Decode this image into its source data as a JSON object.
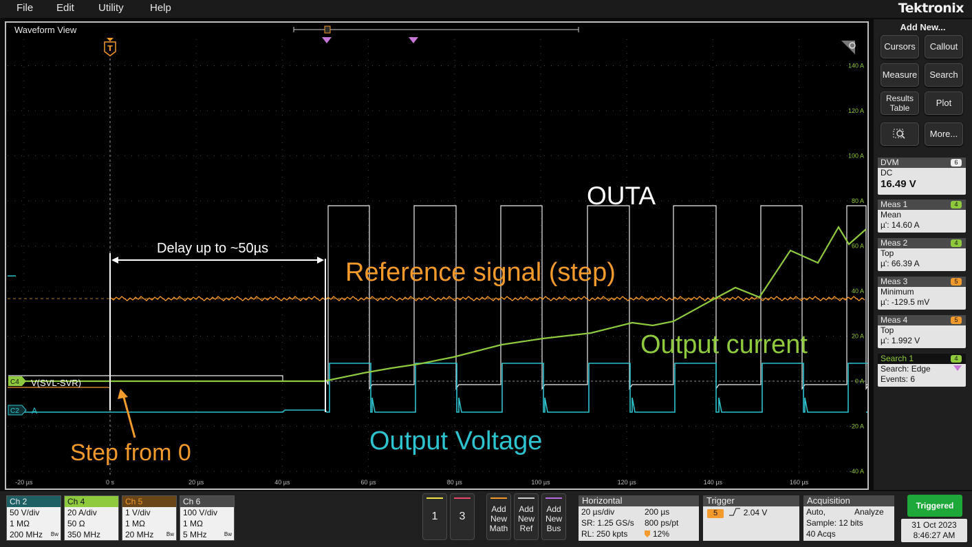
{
  "menu": {
    "file": "File",
    "edit": "Edit",
    "utility": "Utility",
    "help": "Help"
  },
  "brand": "Tektronix",
  "waveform_view": {
    "title": "Waveform View",
    "time_labels": [
      "-20 µs",
      "0 s",
      "20 µs",
      "40 µs",
      "60 µs",
      "80 µs",
      "100 µs",
      "120 µs",
      "140 µs",
      "160 µs"
    ],
    "current_labels": [
      "140 A",
      "120 A",
      "100 A",
      "80 A",
      "60 A",
      "40 A",
      "20 A",
      "0 A",
      "-20 A",
      "-40 A"
    ],
    "channel_badges": {
      "c4": "C4",
      "c2": "C2"
    },
    "trigger_marker": "T",
    "annotations": {
      "outa": "OUTA",
      "delay": "Delay up to ~50µs",
      "reference": "Reference signal (step)",
      "output_current": "Output current",
      "output_voltage": "Output Voltage",
      "step": "Step from 0",
      "c4_label": "V(SVL-SVR)",
      "c2_label": "A"
    },
    "colors": {
      "ch2": "#2ec4cf",
      "ch4": "#8fca3e",
      "ch5": "#f39a2c",
      "ch6": "#f2f2f2",
      "annotation_white": "#ffffff"
    }
  },
  "right_panel": {
    "title": "Add New...",
    "buttons": {
      "cursors": "Cursors",
      "callout": "Callout",
      "measure": "Measure",
      "search": "Search",
      "results_table": "Results Table",
      "plot": "Plot",
      "more": "More..."
    },
    "dvm": {
      "title": "DVM",
      "badge": "6",
      "mode": "DC",
      "value": "16.49 V"
    },
    "meas": [
      {
        "title": "Meas 1",
        "badge": "4",
        "type": "Mean",
        "value": "µ': 14.60 A",
        "color": "#8fca3e"
      },
      {
        "title": "Meas 2",
        "badge": "4",
        "type": "Top",
        "value": "µ': 66.39 A",
        "color": "#8fca3e"
      },
      {
        "title": "Meas 3",
        "badge": "5",
        "type": "Minimum",
        "value": "µ': -129.5 mV",
        "color": "#f39a2c"
      },
      {
        "title": "Meas 4",
        "badge": "5",
        "type": "Top",
        "value": "µ': 1.992 V",
        "color": "#f39a2c"
      }
    ],
    "search1": {
      "title": "Search 1",
      "badge": "4",
      "line1": "Search: Edge",
      "line2": "Events: 6"
    }
  },
  "bottom": {
    "channels": [
      {
        "name": "Ch 2",
        "color": "#2ec4cf",
        "l1": "50 V/div",
        "l2": "1 MΩ",
        "l3": "200 MHz"
      },
      {
        "name": "Ch 4",
        "color": "#8fca3e",
        "l1": "20 A/div",
        "l2": "50 Ω",
        "l3": "350 MHz"
      },
      {
        "name": "Ch 5",
        "color": "#f39a2c",
        "l1": "1 V/div",
        "l2": "1 MΩ",
        "l3": "20 MHz"
      },
      {
        "name": "Ch 6",
        "color": "#d9d9d9",
        "l1": "100 V/div",
        "l2": "1 MΩ",
        "l3": "5 MHz"
      }
    ],
    "bw_mark": "Bw",
    "math_buttons": {
      "one": "1",
      "three": "3"
    },
    "add_math": "Add New Math",
    "add_ref": "Add New Ref",
    "add_bus": "Add New Bus",
    "horizontal": {
      "title": "Horizontal",
      "scale": "20 µs/div",
      "record_time": "200 µs",
      "sr": "SR: 1.25 GS/s",
      "resolution": "800 ps/pt",
      "rl": "RL: 250 kpts",
      "position": "12%"
    },
    "trigger": {
      "title": "Trigger",
      "source": "5",
      "level": "2.04 V"
    },
    "acquisition": {
      "title": "Acquisition",
      "mode": "Auto,",
      "analyze": "Analyze",
      "sample": "Sample: 12 bits",
      "acqs": "40 Acqs"
    },
    "status": "Triggered",
    "date": "31 Oct 2023",
    "time": "8:46:27 AM"
  }
}
